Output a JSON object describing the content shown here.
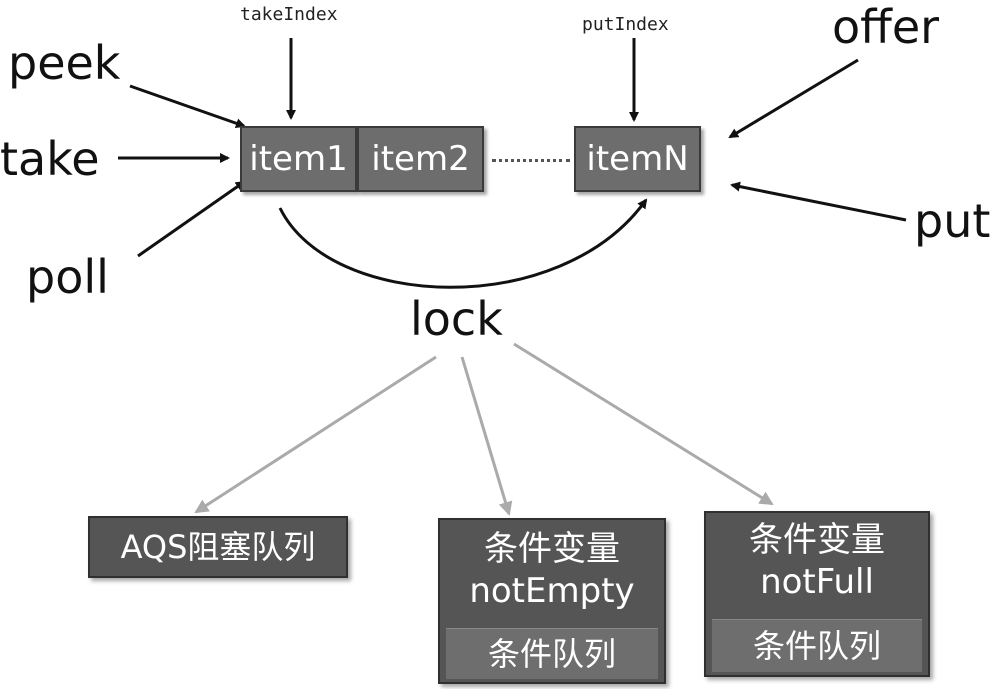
{
  "queue": {
    "cells": [
      "item1",
      "item2",
      "itemN"
    ],
    "take_index": "takeIndex",
    "put_index": "putIndex"
  },
  "operations": {
    "peek": "peek",
    "take": "take",
    "poll": "poll",
    "offer": "offer",
    "put": "put"
  },
  "lock": "lock",
  "boxes": {
    "aqs": "AQS阻塞队列",
    "not_empty": {
      "title": "条件变量",
      "name": "notEmpty",
      "queue": "条件队列"
    },
    "not_full": {
      "title": "条件变量",
      "name": "notFull",
      "queue": "条件队列"
    }
  }
}
